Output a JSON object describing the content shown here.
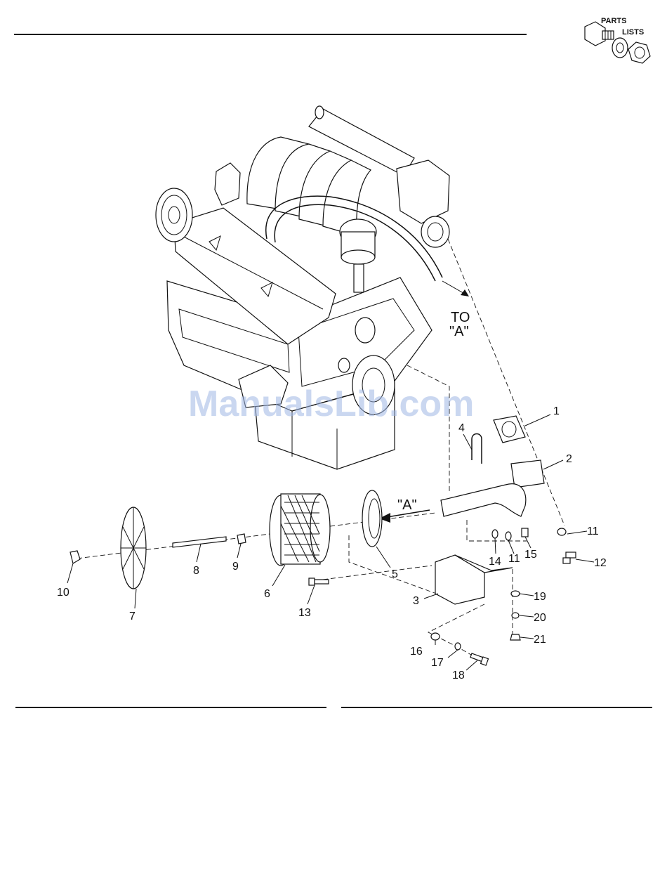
{
  "header": {
    "logo_line1": "PARTS",
    "logo_line2": "LISTS",
    "logo_icon": "bolt-washer-nut-icon"
  },
  "watermark": "ManualsLib.com",
  "callouts": {
    "to_a_line1": "TO",
    "to_a_line2": "\"A\"",
    "a_marker": "\"A\""
  },
  "parts": [
    {
      "number": "1",
      "name": "gasket"
    },
    {
      "number": "2",
      "name": "elbow-tube"
    },
    {
      "number": "3",
      "name": "bracket"
    },
    {
      "number": "4",
      "name": "u-bolt"
    },
    {
      "number": "5",
      "name": "end-cap"
    },
    {
      "number": "6",
      "name": "filter-element"
    },
    {
      "number": "7",
      "name": "cover"
    },
    {
      "number": "8",
      "name": "threaded-rod"
    },
    {
      "number": "9",
      "name": "nut"
    },
    {
      "number": "10",
      "name": "wing-nut"
    },
    {
      "number": "11",
      "name": "washer"
    },
    {
      "number": "11",
      "name": "washer"
    },
    {
      "number": "12",
      "name": "screw"
    },
    {
      "number": "13",
      "name": "bolt"
    },
    {
      "number": "14",
      "name": "washer"
    },
    {
      "number": "15",
      "name": "nut"
    },
    {
      "number": "16",
      "name": "washer"
    },
    {
      "number": "17",
      "name": "lock-washer"
    },
    {
      "number": "18",
      "name": "bolt"
    },
    {
      "number": "19",
      "name": "washer"
    },
    {
      "number": "20",
      "name": "lock-washer"
    },
    {
      "number": "21",
      "name": "nut"
    }
  ]
}
